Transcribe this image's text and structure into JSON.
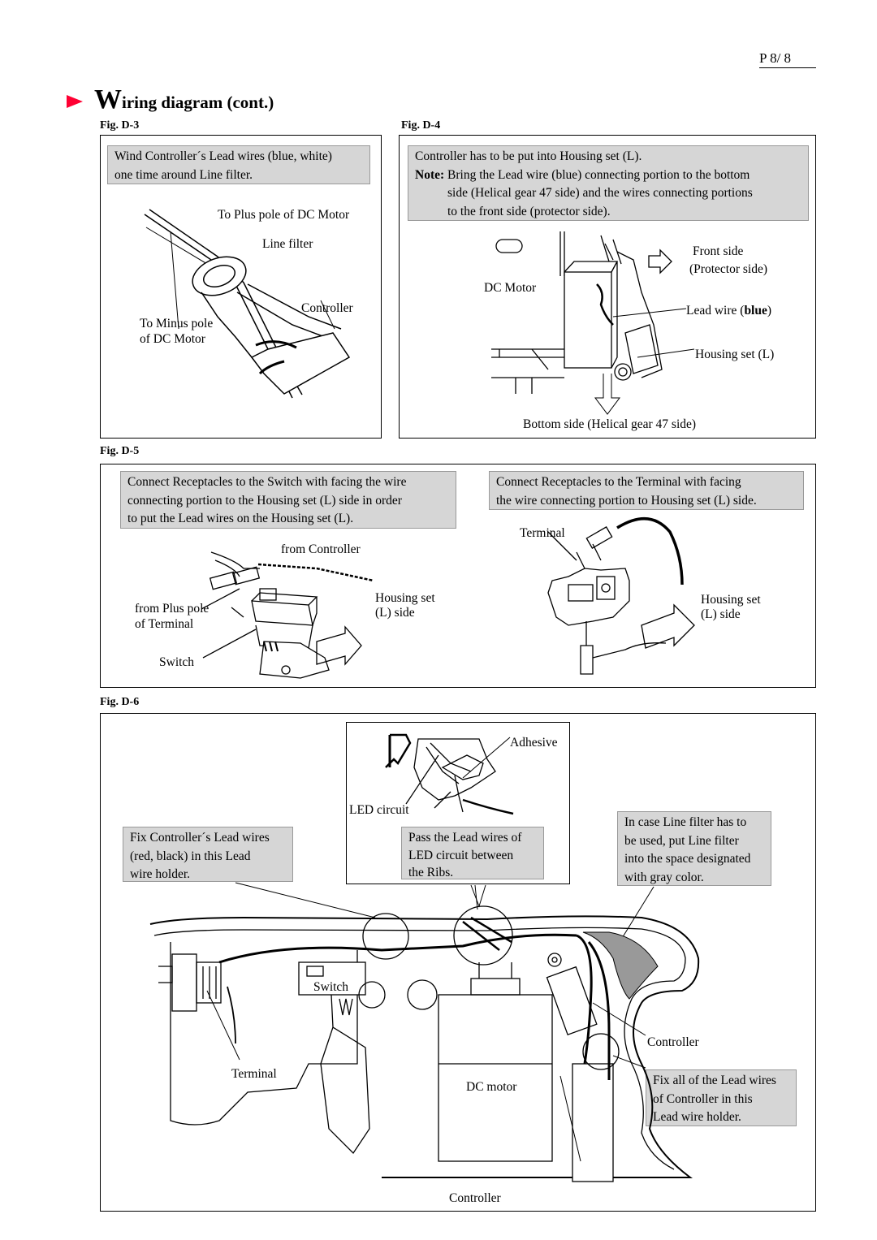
{
  "page": {
    "number": "P 8/ 8"
  },
  "title": {
    "first_letter": "W",
    "rest": "iring diagram (cont.)"
  },
  "fig_d3": {
    "label": "Fig. D-3",
    "note_line1": "Wind Controller´s Lead wires (blue, white)",
    "note_line2": "one time around Line filter.",
    "plus_pole": "To Plus pole of DC Motor",
    "line_filter": "Line filter",
    "controller": "Controller",
    "minus_pole_1": "To Minus pole",
    "minus_pole_2": "of DC Motor"
  },
  "fig_d4": {
    "label": "Fig. D-4",
    "note_line1": "Controller has to be put into Housing set (L).",
    "note_prefix": "Note:",
    "note_line2": "Bring the Lead wire (blue) connecting portion to the bottom",
    "note_line3": "side (Helical gear 47 side) and the wires connecting portions",
    "note_line4": "to the front side (protector side).",
    "dc_motor": "DC Motor",
    "front_side": "Front side",
    "protector_side": "(Protector side)",
    "lead_wire_prefix": "Lead wire (",
    "lead_wire_bold": "blue",
    "lead_wire_suffix": ")",
    "housing_set": "Housing set (L)",
    "bottom_side": "Bottom side  (Helical gear 47 side)"
  },
  "fig_d5": {
    "label": "Fig. D-5",
    "left_note_1": "Connect Receptacles to the Switch with facing the wire",
    "left_note_2": "connecting portion to the Housing set (L) side in order",
    "left_note_3": "to put the Lead wires on the Housing set (L).",
    "right_note_1": "Connect Receptacles to the Terminal with facing",
    "right_note_2": "the wire connecting portion to Housing set (L) side.",
    "from_controller": "from Controller",
    "from_plus_pole_1": "from Plus pole",
    "from_plus_pole_2": "of Terminal",
    "switch": "Switch",
    "housing_set_1": "Housing set",
    "housing_set_2": "(L) side",
    "terminal": "Terminal",
    "housing_set_r1": "Housing set",
    "housing_set_r2": "(L) side"
  },
  "fig_d6": {
    "label": "Fig. D-6",
    "adhesive": "Adhesive",
    "led_circuit": "LED circuit",
    "pass_note_1": "Pass the Lead wires of",
    "pass_note_2": "LED circuit between",
    "pass_note_3": "the Ribs.",
    "fix_note_1": "Fix Controller´s Lead wires",
    "fix_note_2": "(red, black) in this Lead",
    "fix_note_3": "wire holder.",
    "case_note_1": "In case Line filter has to",
    "case_note_2": "be used, put Line filter",
    "case_note_3": "into the space designated",
    "case_note_4": "with gray color.",
    "switch": "Switch",
    "controller_right": "Controller",
    "terminal": "Terminal",
    "dc_motor": "DC motor",
    "fix_all_1": "Fix all of the Lead wires",
    "fix_all_2": "of Controller in this",
    "fix_all_3": "Lead wire holder.",
    "controller_bottom": "Controller"
  }
}
